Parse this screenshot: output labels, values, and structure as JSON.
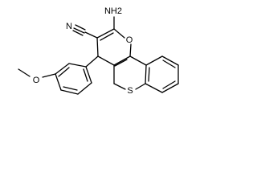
{
  "structure": {
    "atoms": {
      "amino_group": "NH2",
      "nitrile_nitrogen": "N",
      "ring_oxygen": "O",
      "ring_sulfur": "S",
      "methoxy_oxygen": "O"
    },
    "colors": {
      "bonds": "#000000",
      "labels": "#000000",
      "background": "#ffffff"
    }
  }
}
